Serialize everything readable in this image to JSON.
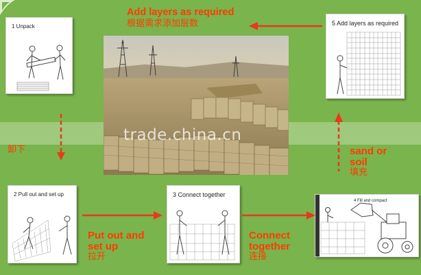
{
  "steps": [
    {
      "title": "1 Unpack"
    },
    {
      "title": "2 Pull out and set up"
    },
    {
      "title": "3 Connect together"
    },
    {
      "title": "4 Fill and compact"
    },
    {
      "title": "5 Add layers as required"
    }
  ],
  "labels": {
    "top_en": "Add layers as required",
    "top_cn": "根据需求添加层数",
    "left_cn": "卸下",
    "putout_en_1": "Put out and",
    "putout_en_2": "set up",
    "putout_cn": "拉开",
    "connect_en_1": "Connect",
    "connect_en_2": "together",
    "connect_cn": "连接",
    "sand_en_1": "sand or",
    "sand_en_2": "soil",
    "sand_cn": "填充"
  },
  "watermark": "trade.china.cn",
  "colors": {
    "background": "#7ab44c",
    "label": "#ff3b00",
    "arrow": "#e8391c"
  },
  "icons": [
    "leaf-icon"
  ]
}
